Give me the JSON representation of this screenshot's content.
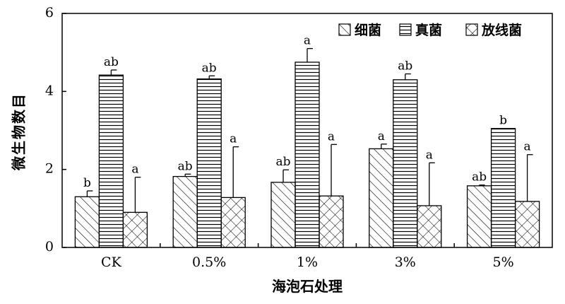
{
  "chart_data": {
    "type": "bar",
    "xlabel": "海泡石处理",
    "ylabel": "微生物数目",
    "ylim": [
      0,
      6
    ],
    "yticks": [
      0,
      2,
      4,
      6
    ],
    "categories": [
      "CK",
      "0.5%",
      "1%",
      "3%",
      "5%"
    ],
    "legend_position": "top-right",
    "series": [
      {
        "name": "细菌",
        "pattern": "diagonal-hatch",
        "values": [
          1.3,
          1.82,
          1.67,
          2.53,
          1.58
        ],
        "errors": [
          0.15,
          0.06,
          0.32,
          0.12,
          0.02
        ],
        "labels": [
          "b",
          "ab",
          "ab",
          "a",
          "ab"
        ]
      },
      {
        "name": "真菌",
        "pattern": "horizontal-lines",
        "values": [
          4.42,
          4.32,
          4.75,
          4.3,
          3.05
        ],
        "errors": [
          0.13,
          0.08,
          0.35,
          0.15,
          0.0
        ],
        "labels": [
          "ab",
          "ab",
          "a",
          "ab",
          "b"
        ]
      },
      {
        "name": "放线菌",
        "pattern": "crosshatch",
        "values": [
          0.9,
          1.28,
          1.32,
          1.07,
          1.18
        ],
        "errors": [
          0.9,
          1.3,
          1.32,
          1.1,
          1.2
        ],
        "labels": [
          "a",
          "a",
          "a",
          "a",
          "a"
        ]
      }
    ]
  }
}
